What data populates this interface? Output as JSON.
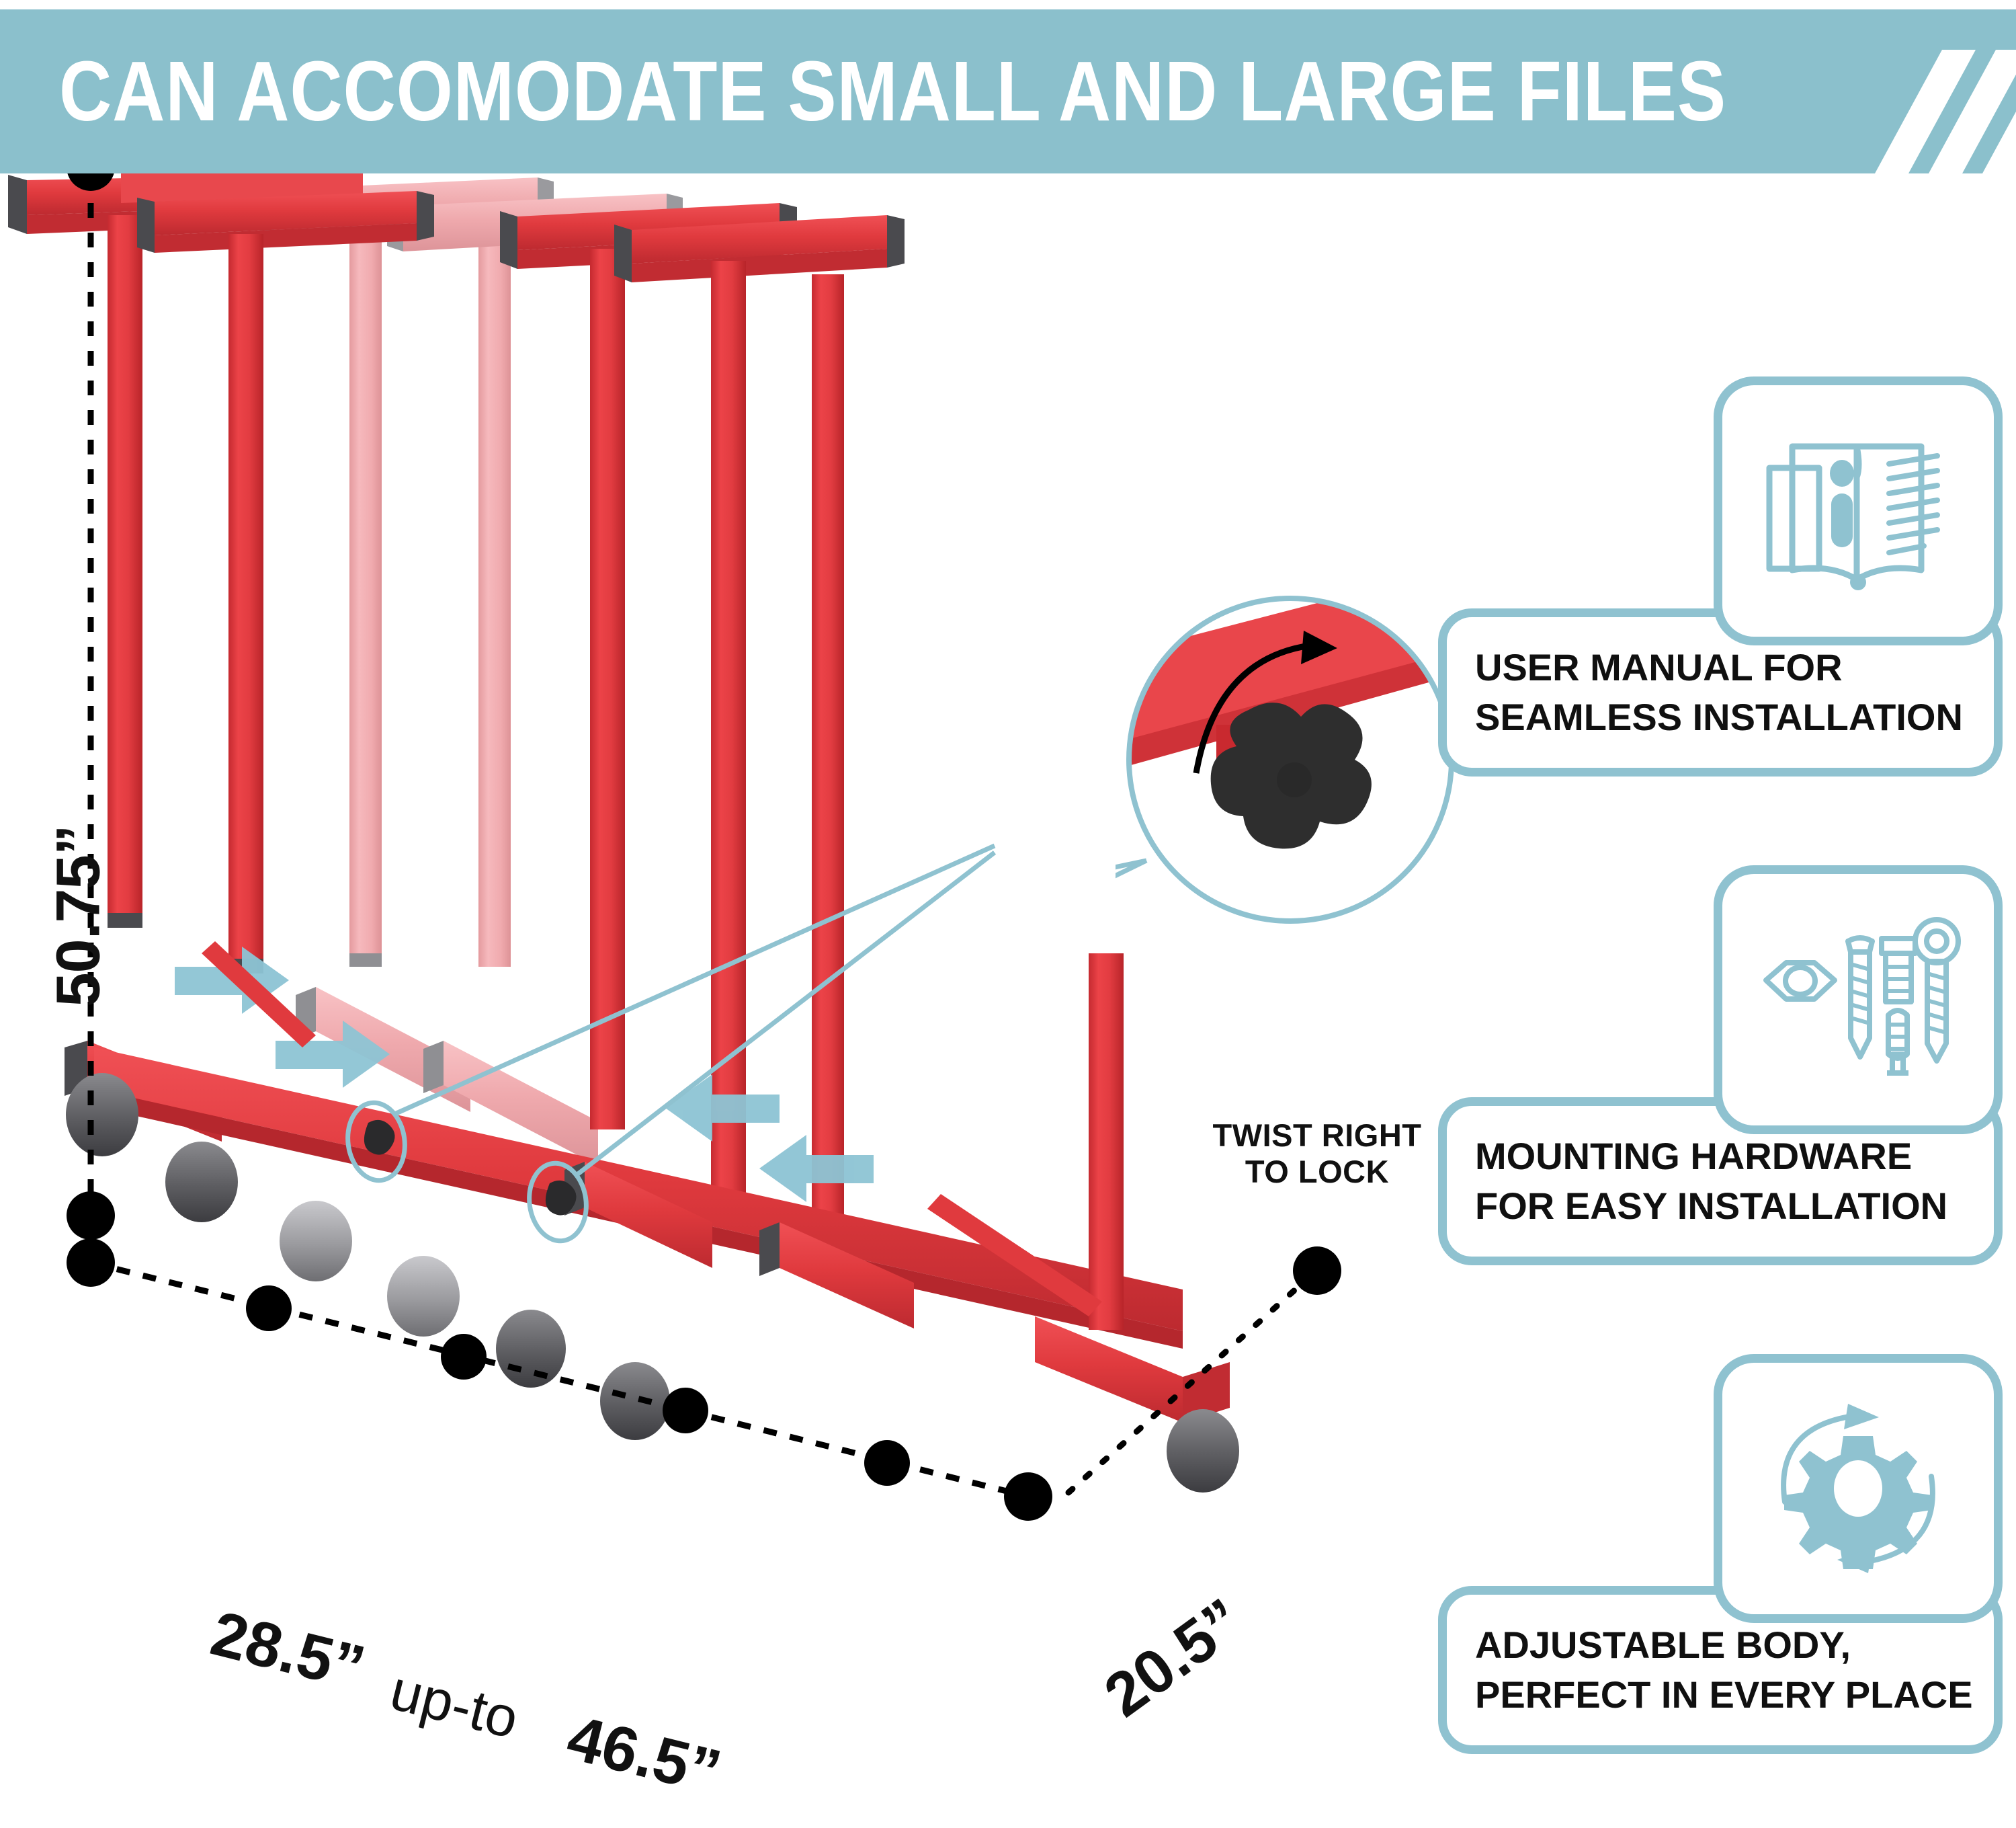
{
  "banner": {
    "title": "CAN ACCOMODATE SMALL AND LARGE FILES",
    "background_color": "#8bc0cc",
    "text_color": "#ffffff",
    "stripe_color": "#ffffff"
  },
  "product": {
    "name": "adjustable-file-rack",
    "frame_color": "#e03a3e",
    "frame_color_faded": "#efa3a7",
    "cap_color": "#5a5a5a",
    "caster_color": "#a8a8ac",
    "arrow_color": "#8dc4d4"
  },
  "dimensions": {
    "height": "50.75”",
    "width_min": "28.5”",
    "width_connector": "up-to",
    "width_max": "46.5”",
    "depth": "20.5”",
    "marker_color": "#000000"
  },
  "callout": {
    "label_line1": "TWIST RIGHT",
    "label_line2": "TO LOCK",
    "circle_color": "#8fc2d0",
    "knob_color": "#2e2e2e",
    "arrow_color": "#000000"
  },
  "features": [
    {
      "icon": "open-book-info-icon",
      "text": "USER MANUAL FOR\nSEAMLESS INSTALLATION",
      "accent_color": "#8fc2d0"
    },
    {
      "icon": "mounting-hardware-icon",
      "text": "MOUNTING HARDWARE\nFOR  EASY INSTALLATION",
      "accent_color": "#8fc2d0"
    },
    {
      "icon": "gear-rotation-icon",
      "text": "ADJUSTABLE BODY,\nPERFECT IN EVERY PLACE",
      "accent_color": "#8fc2d0"
    }
  ]
}
